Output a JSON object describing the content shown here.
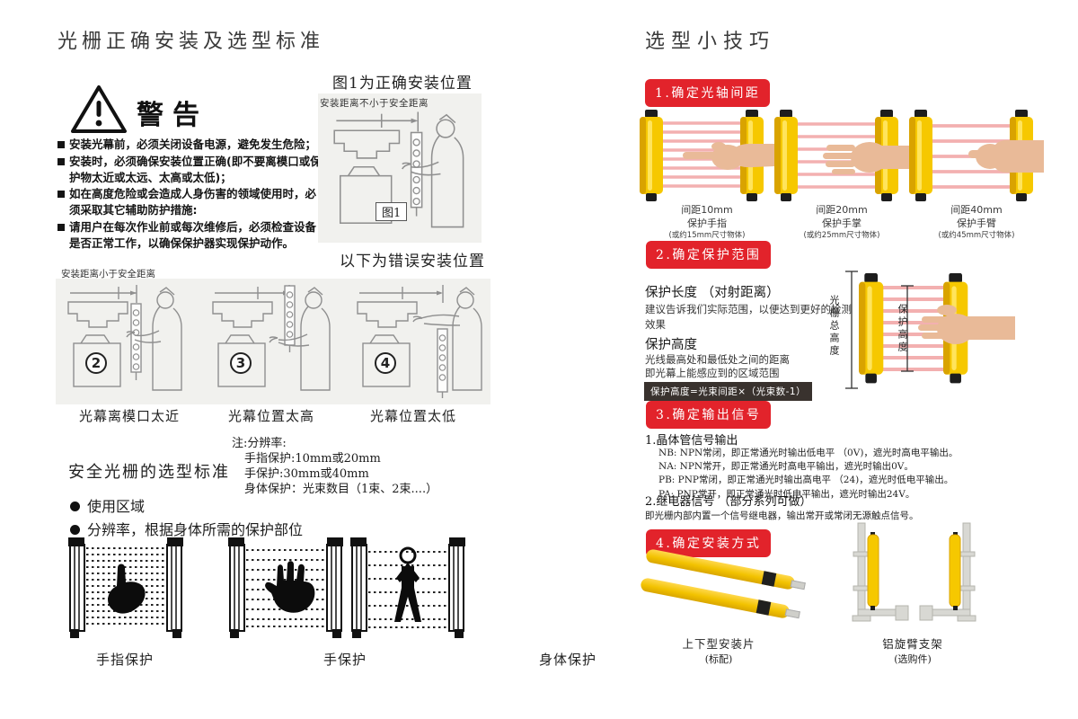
{
  "colors": {
    "accent_red": "#e2232b",
    "tower_yellow": "#f6c800",
    "beam_pink": "#f3b0b0",
    "formula_bg": "#39322e"
  },
  "left": {
    "title": "光栅正确安装及选型标准",
    "warning": {
      "title": "警告",
      "items": [
        "安装光幕前，必须关闭设备电源，避免发生危险；",
        "安装时，必须确保安装位置正确(即不要离模口或保护物太近或太远、太高或太低)；",
        "如在高度危险或会造成人身伤害的领域使用时，必须采取其它辅助防护措施:",
        "请用户在每次作业前或每次维修后，必须检查设备是否正常工作，以确保保护器实现保护动作。"
      ]
    },
    "fig1": {
      "heading": "图1为正确安装位置",
      "distance_label": "安装距离不小于安全距离",
      "fig_label": "图1",
      "wrong_heading": "以下为错误安装位置"
    },
    "wrong_positions": {
      "distance_label": "安装距离小于安全距离",
      "items": [
        {
          "num": "2",
          "caption": "光幕离模口太近"
        },
        {
          "num": "3",
          "caption": "光幕位置太高"
        },
        {
          "num": "4",
          "caption": "光幕位置太低"
        }
      ]
    },
    "selection": {
      "heading": "安全光栅的选型标准",
      "note_lines": [
        "注:分辨率:",
        "手指保护:10mm或20mm",
        "手保护:30mm或40mm",
        "身体保护：光束数目（1束、2束....）"
      ],
      "bullets": [
        "使用区域",
        "分辨率，根据身体所需的保护部位"
      ],
      "captions": [
        "手指保护",
        "手保护",
        "身体保护"
      ]
    }
  },
  "right": {
    "title": "选型小技巧",
    "s1": {
      "badge": "1.确定光轴间距",
      "items": [
        {
          "l1": "间距10mm",
          "l2": "保护手指",
          "l3": "(或约15mm尺寸物体)"
        },
        {
          "l1": "间距20mm",
          "l2": "保护手掌",
          "l3": "(或约25mm尺寸物体)"
        },
        {
          "l1": "间距40mm",
          "l2": "保护手臂",
          "l3": "(或约45mm尺寸物体)"
        }
      ]
    },
    "s2": {
      "badge": "2.确定保护范围",
      "length_title": "保护长度 （对射距离）",
      "length_desc": "建议告诉我们实际范围，以便达到更好的检测效果",
      "height_title": "保护高度",
      "height_desc1": "光线最高处和最低处之间的距离",
      "height_desc2": "即光幕上能感应到的区域范围",
      "formula": "保护高度=光束间距×（光束数-1）",
      "fig_total": "光栅总高度",
      "fig_protect": "保护高度"
    },
    "s3": {
      "badge": "3.确定输出信号",
      "t_title": "1.晶体管信号输出",
      "t_lines": [
        "NB:  NPN常闭，即正常通光时输出低电平 （0V)，遮光时高电平输出。",
        "NA: NPN常开，即正常通光时高电平输出，遮光时输出0V。",
        "PB: PNP常闭，即正常通光时输出高电平 （24)，遮光时低电平输出。",
        "PA: PNP常开，即正常通光时低电平输出，遮光时输出24V。"
      ],
      "r_title": "2.继电器信号 （部分系列可做）",
      "r_desc": "即光栅内部内置一个信号继电器，输出常开或常闭无源触点信号。"
    },
    "s4": {
      "badge": "4.确定安装方式",
      "items": [
        {
          "caption": "上下型安装片",
          "sub": "(标配)"
        },
        {
          "caption": "铝旋臂支架",
          "sub": "(选购件)"
        }
      ]
    }
  }
}
